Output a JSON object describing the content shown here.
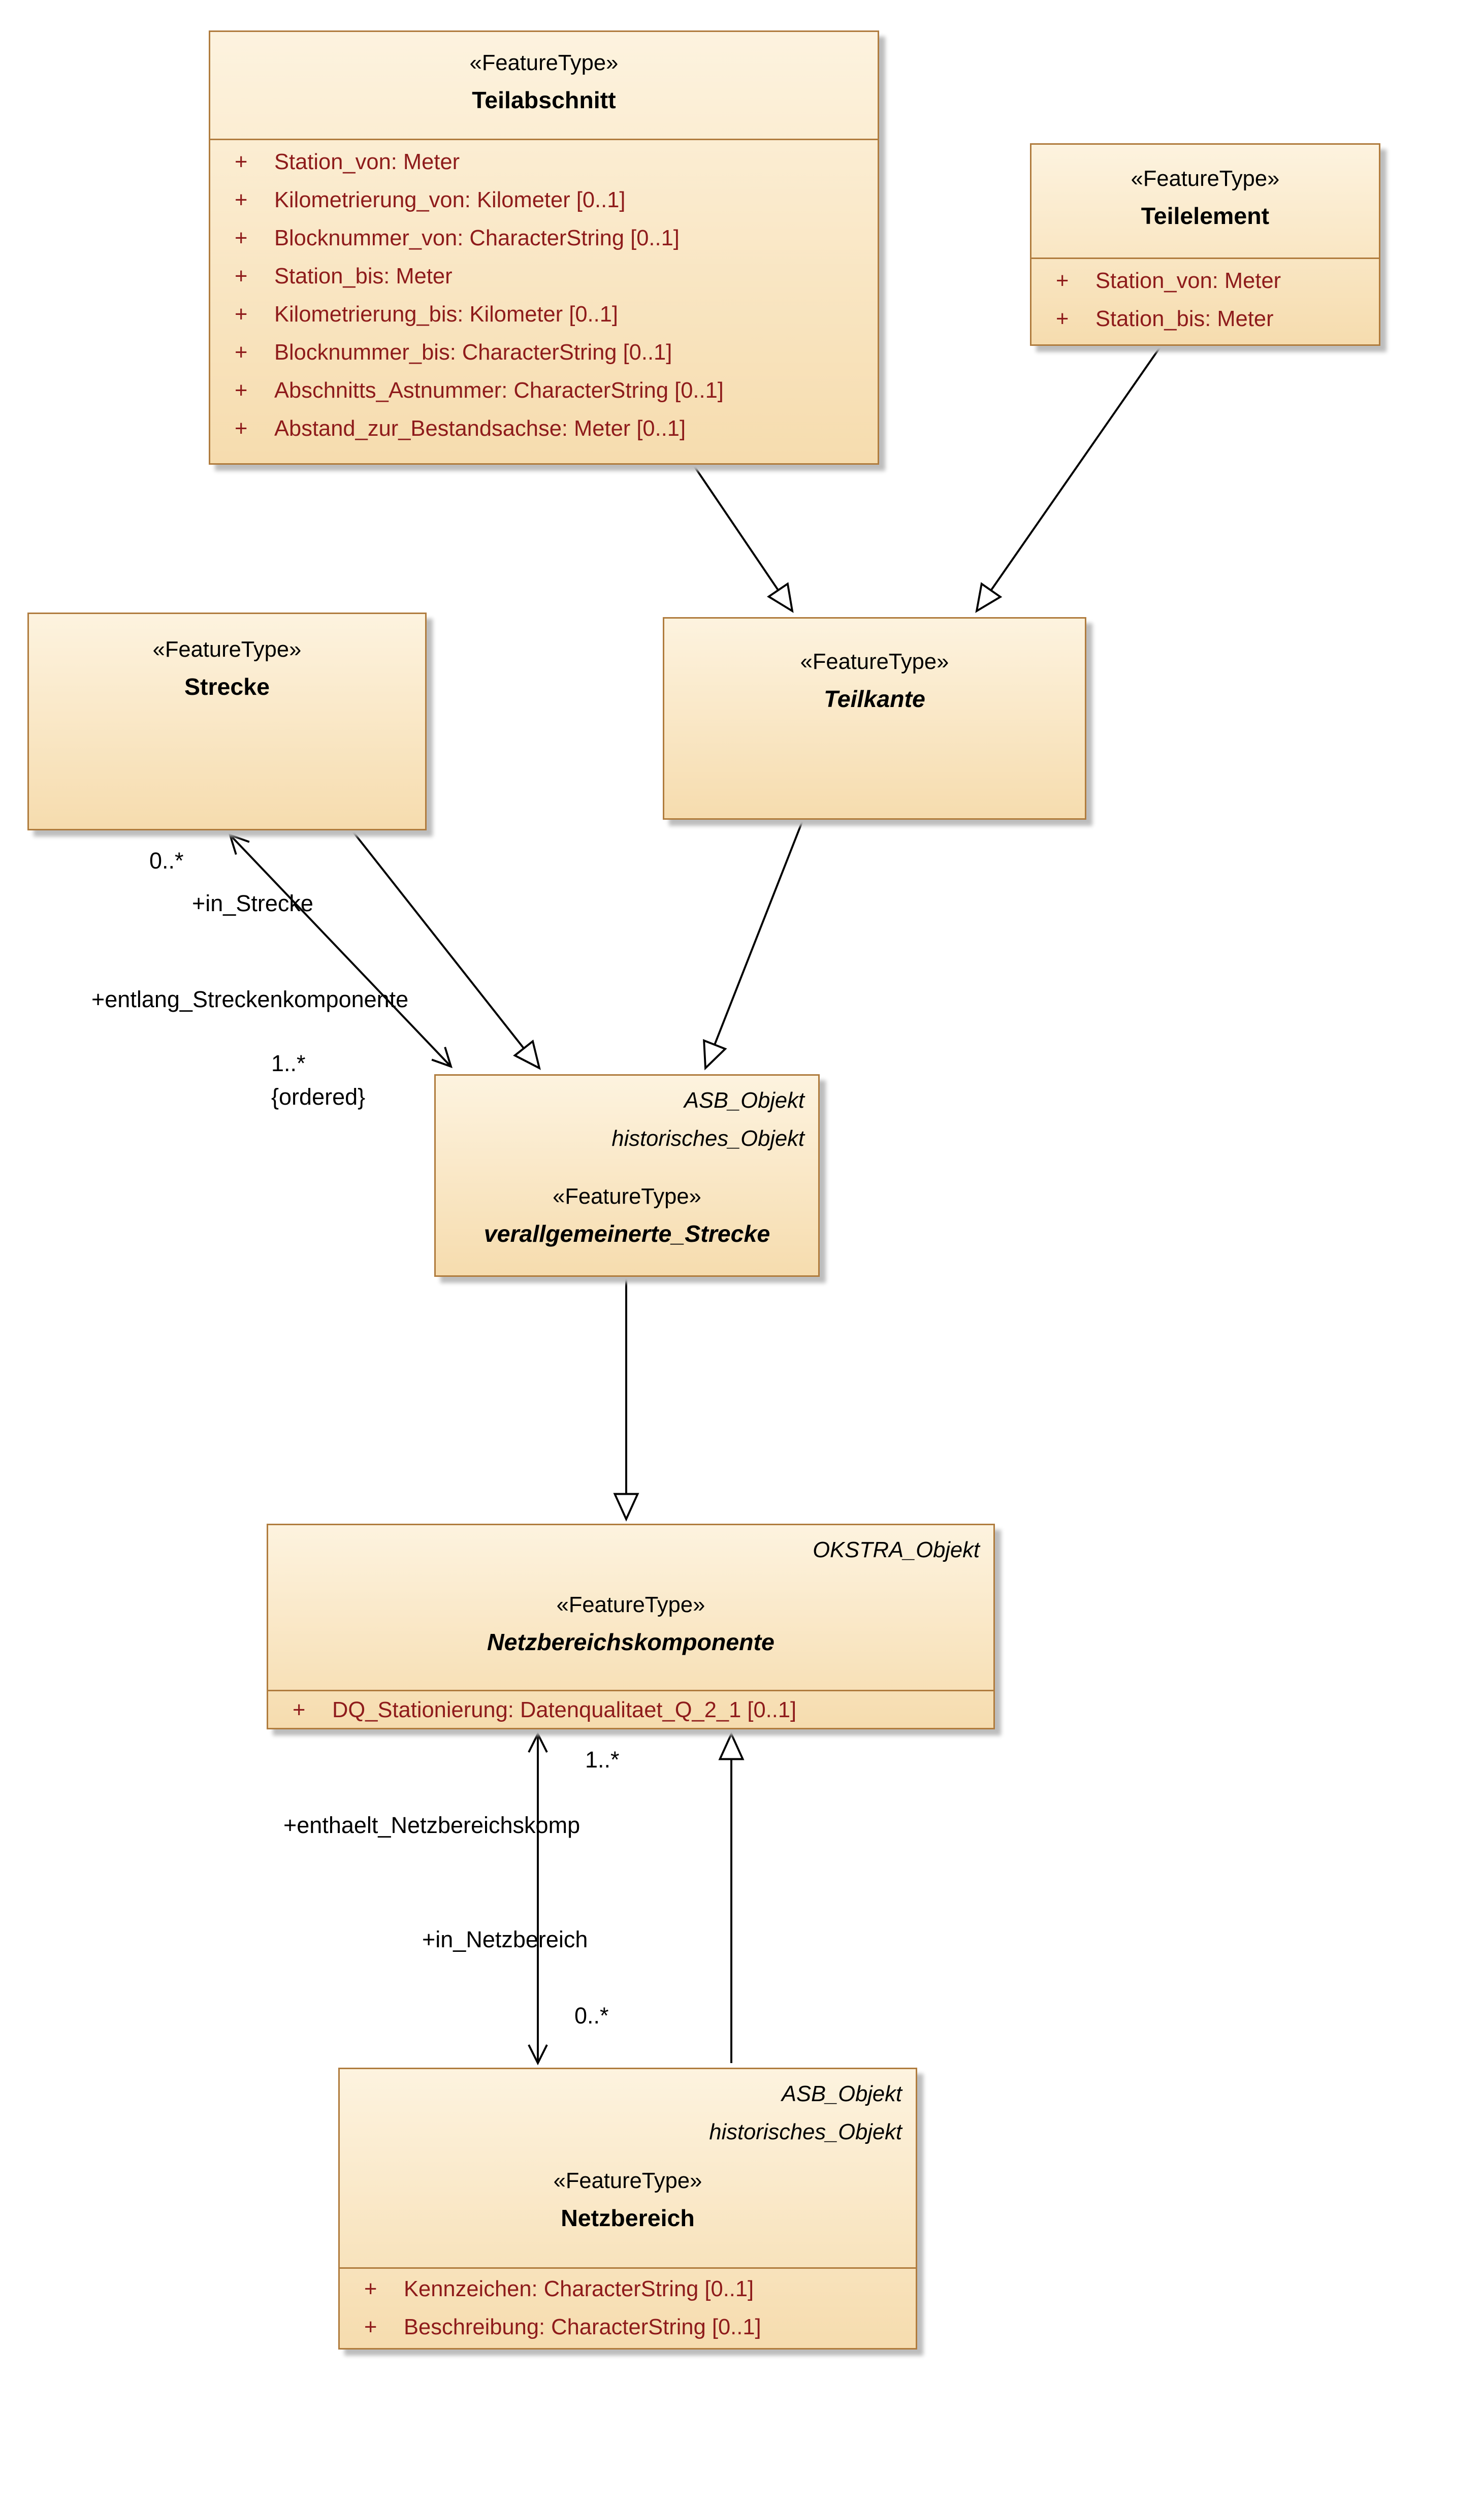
{
  "theme": {
    "box_fill_top": "#fdf3df",
    "box_fill_bottom": "#f6dcae",
    "box_border": "#b07c3e",
    "attribute_color": "#8e1b1b",
    "shadow_color": "#bdbdbd",
    "line_color": "#000000"
  },
  "classes": {
    "teilabschnitt": {
      "stereotype": "«FeatureType»",
      "name": "Teilabschnitt",
      "attributes": [
        {
          "vis": "+",
          "text": "Station_von: Meter"
        },
        {
          "vis": "+",
          "text": "Kilometrierung_von: Kilometer [0..1]"
        },
        {
          "vis": "+",
          "text": "Blocknummer_von: CharacterString [0..1]"
        },
        {
          "vis": "+",
          "text": "Station_bis: Meter"
        },
        {
          "vis": "+",
          "text": "Kilometrierung_bis: Kilometer [0..1]"
        },
        {
          "vis": "+",
          "text": "Blocknummer_bis: CharacterString [0..1]"
        },
        {
          "vis": "+",
          "text": "Abschnitts_Astnummer: CharacterString [0..1]"
        },
        {
          "vis": "+",
          "text": "Abstand_zur_Bestandsachse: Meter [0..1]"
        }
      ]
    },
    "teilelement": {
      "stereotype": "«FeatureType»",
      "name": "Teilelement",
      "attributes": [
        {
          "vis": "+",
          "text": "Station_von: Meter"
        },
        {
          "vis": "+",
          "text": "Station_bis: Meter"
        }
      ]
    },
    "strecke": {
      "stereotype": "«FeatureType»",
      "name": "Strecke"
    },
    "teilkante": {
      "stereotype": "«FeatureType»",
      "name": "Teilkante"
    },
    "verallgemeinerte_strecke": {
      "context": [
        "ASB_Objekt",
        "historisches_Objekt"
      ],
      "stereotype": "«FeatureType»",
      "name": "verallgemeinerte_Strecke"
    },
    "netzbereichskomponente": {
      "context": [
        "OKSTRA_Objekt"
      ],
      "stereotype": "«FeatureType»",
      "name": "Netzbereichskomponente",
      "attributes": [
        {
          "vis": "+",
          "text": "DQ_Stationierung: Datenqualitaet_Q_2_1 [0..1]"
        }
      ]
    },
    "netzbereich": {
      "context": [
        "ASB_Objekt",
        "historisches_Objekt"
      ],
      "stereotype": "«FeatureType»",
      "name": "Netzbereich",
      "attributes": [
        {
          "vis": "+",
          "text": "Kennzeichen: CharacterString [0..1]"
        },
        {
          "vis": "+",
          "text": "Beschreibung: CharacterString [0..1]"
        }
      ]
    }
  },
  "edges": {
    "strecke_association": {
      "source_mult": "0..*",
      "source_role": "+in_Strecke",
      "target_role": "+entlang_Streckenkomponente",
      "target_mult": "1..*",
      "target_constraint": "{ordered}"
    },
    "netzbereich_association": {
      "komponente_mult": "1..*",
      "komponente_role": "+enthaelt_Netzbereichskomp",
      "netzbereich_role": "+in_Netzbereich",
      "netzbereich_mult": "0..*"
    }
  }
}
